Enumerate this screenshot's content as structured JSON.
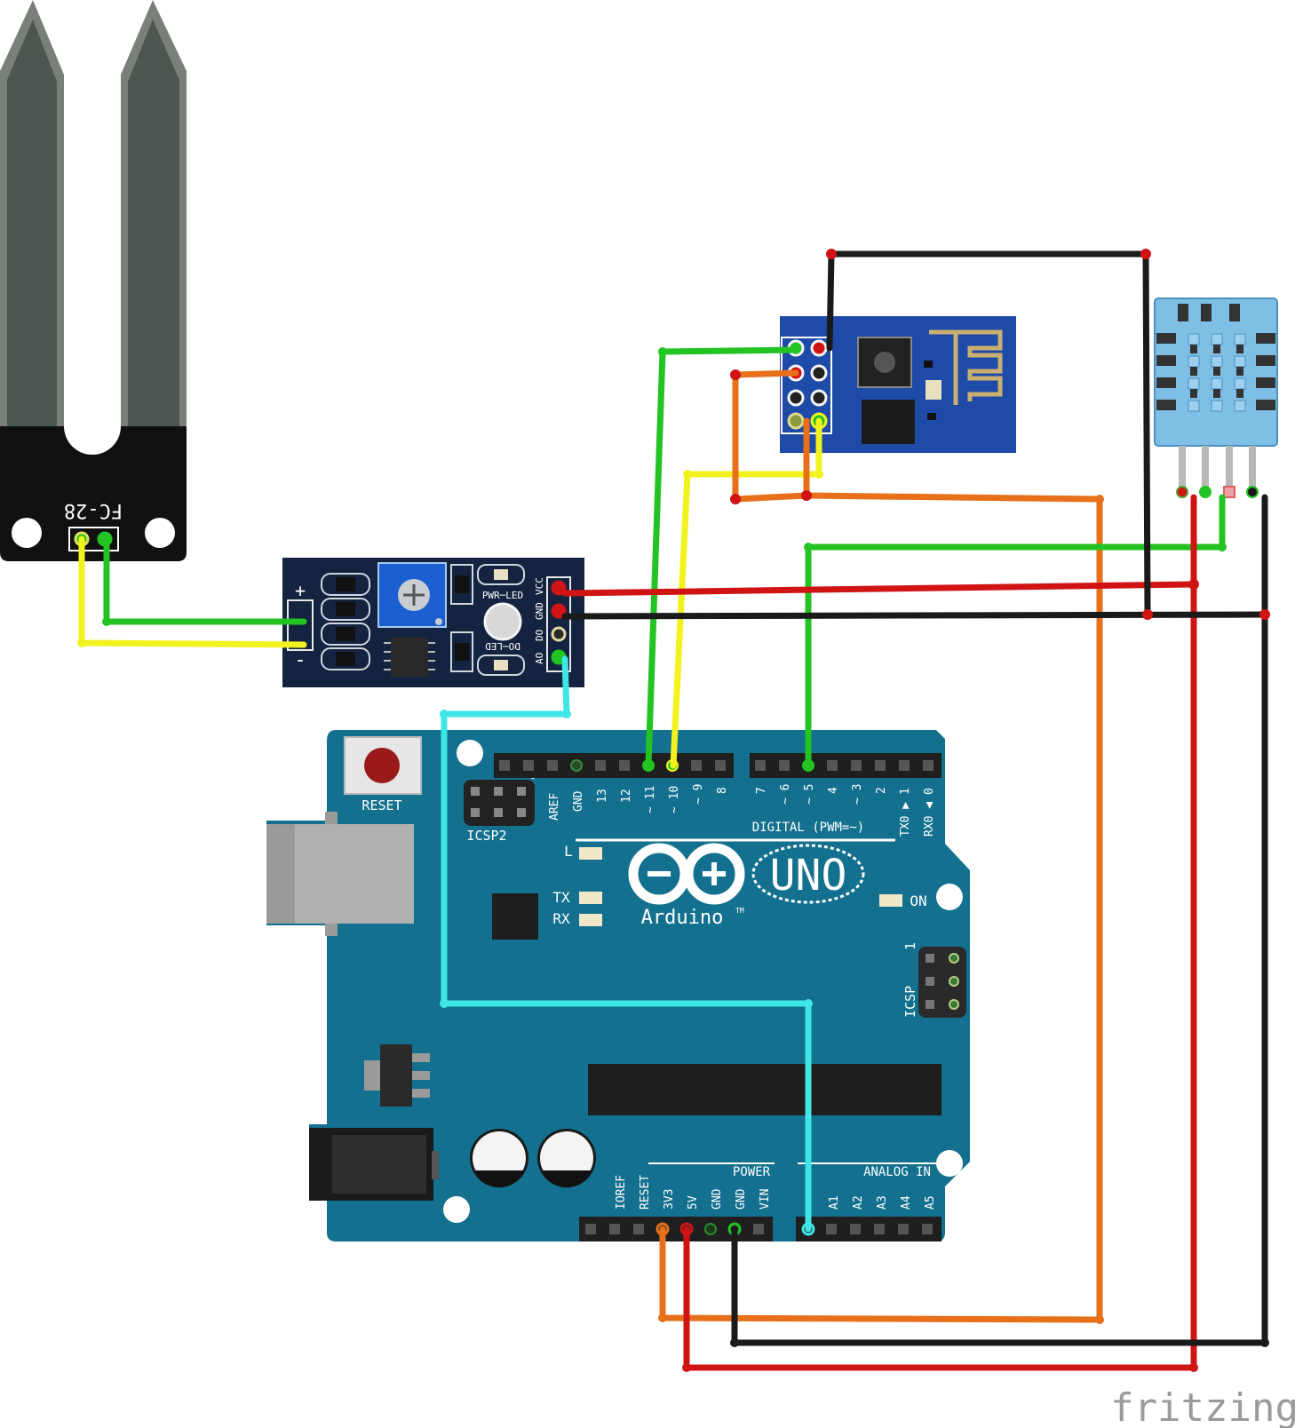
{
  "diagram": {
    "watermark": "fritzing",
    "colors": {
      "board_blue": "#13708f",
      "module_blue": "#1e3a8a",
      "wire_green": "#22c322",
      "wire_yellow": "#f2f21e",
      "wire_red": "#d01414",
      "wire_black": "#1a1a1a",
      "wire_orange": "#e8701a",
      "wire_cyan": "#3ee6e6",
      "sensor_blue": "#7fbfe6"
    }
  },
  "moisture_probe": {
    "label": "FC-28"
  },
  "sensor_module": {
    "plus_label": "+",
    "minus_label": "-",
    "pwr_led_label": "PWR─LED",
    "do_led_label": "DO─LED",
    "pins": [
      "VCC",
      "GND",
      "DO",
      "AO"
    ]
  },
  "arduino": {
    "reset_label": "RESET",
    "icsp2_label": "ICSP2",
    "icsp_label": "ICSP",
    "icsp_pin1": "1",
    "digital_label": "DIGITAL (PWM=~)",
    "led_l": "L",
    "led_tx": "TX",
    "led_rx": "RX",
    "led_on": "ON",
    "logo_text": "UNO",
    "brand": "Arduino",
    "tm": "TM",
    "power_label": "POWER",
    "analog_label": "ANALOG IN",
    "top_pins_left": [
      "AREF",
      "GND",
      "13",
      "12",
      "~ 11",
      "~ 10",
      "~ 9",
      "8"
    ],
    "top_pins_right": [
      "7",
      "~ 6",
      "~ 5",
      "4",
      "~ 3",
      "2",
      "TX0 ▶ 1",
      "RX0 ◀ 0"
    ],
    "power_pins": [
      "IOREF",
      "RESET",
      "3V3",
      "5V",
      "GND",
      "GND",
      "VIN"
    ],
    "analog_pins": [
      "A1",
      "A2",
      "A3",
      "A4",
      "A5"
    ]
  }
}
